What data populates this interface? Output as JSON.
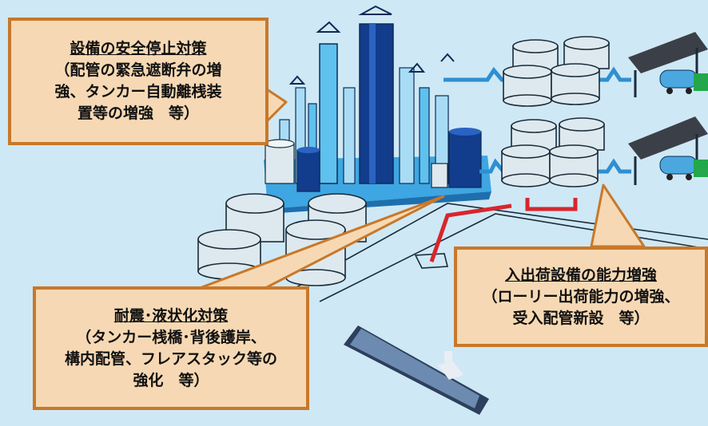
{
  "callouts": {
    "safety_shutdown": {
      "title": "設備の安全停止対策",
      "lines": [
        "（配管の緊急遮断弁の増",
        "強、タンカー自動離桟装",
        "置等の増強　等）"
      ]
    },
    "shipping_capacity": {
      "title": "入出荷設備の能力増強",
      "lines": [
        "（ローリー出荷能力の増強、",
        "受入配管新設　等）"
      ]
    },
    "seismic_liquefaction": {
      "title": "耐震･液状化対策",
      "lines": [
        "（タンカー桟橋･背後護岸、",
        "構内配管、フレアスタック等の",
        "強化　等）"
      ]
    }
  },
  "colors": {
    "background": "#cfe8f5",
    "callout_fill": "#f6d9b4",
    "callout_border": "#c8782a",
    "pipe_red": "#d7262c",
    "pipe_blue": "#2e8fd1",
    "tank_fill": "#dde9ee",
    "column_dark": "#123c8c",
    "truck_tank": "#4aa8df",
    "truck_cab": "#22a84a",
    "ship_hull": "#2c3f5c"
  }
}
